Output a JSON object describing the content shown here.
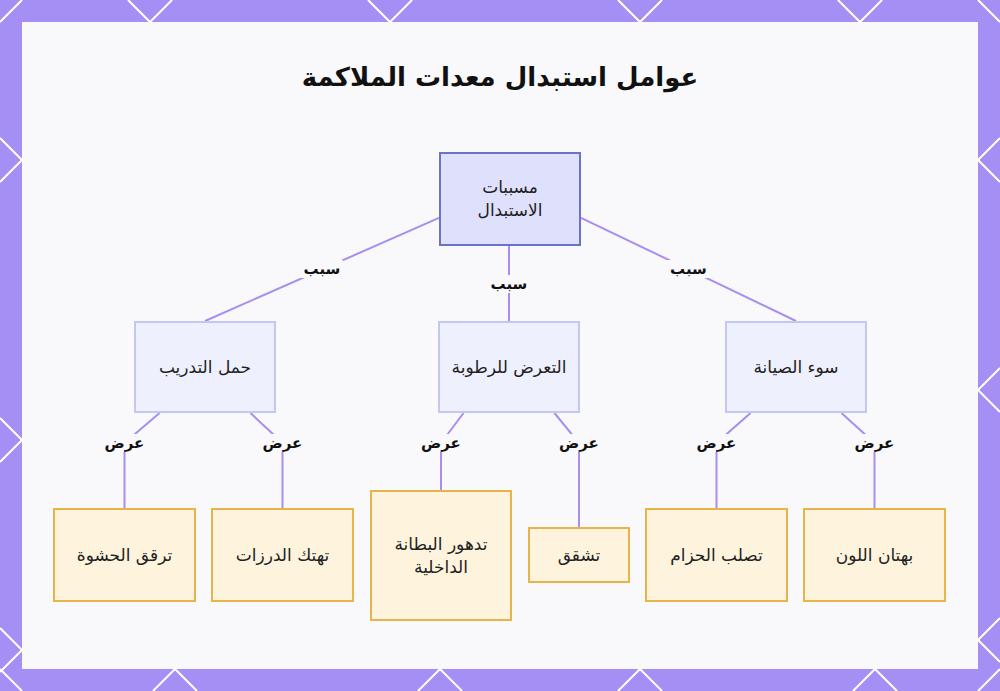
{
  "diagram": {
    "title": "عوامل استبدال معدات الملاكمة",
    "nodes": [
      {
        "text": [
          "مسببات الاستبدال"
        ]
      },
      {
        "text": [
          "سوء الصيانة"
        ]
      },
      {
        "text": [
          "التعرض للرطوبة"
        ]
      },
      {
        "text": [
          "حمل التدريب"
        ]
      },
      {
        "text": [
          "بهتان اللون"
        ]
      },
      {
        "text": [
          "تصلب الحزام"
        ]
      },
      {
        "text": [
          "تشقق"
        ]
      },
      {
        "text": [
          "تدهور البطانة الداخلية"
        ]
      },
      {
        "text": [
          "تهتك الدرزات"
        ]
      },
      {
        "text": [
          "ترقق الحشوة"
        ]
      }
    ],
    "edges": [
      {
        "from": 0,
        "to": 1,
        "arrow": "none",
        "label": "سبب"
      },
      {
        "from": 0,
        "to": 2,
        "arrow": "none",
        "label": "سبب"
      },
      {
        "from": 0,
        "to": 3,
        "arrow": "none",
        "label": "سبب"
      },
      {
        "from": 1,
        "to": 4,
        "arrow": "none",
        "label": "عرض"
      },
      {
        "from": 1,
        "to": 5,
        "arrow": "none",
        "label": "عرض"
      },
      {
        "from": 2,
        "to": 6,
        "arrow": "none",
        "label": "عرض"
      },
      {
        "from": 2,
        "to": 7,
        "arrow": "none",
        "label": "عرض"
      },
      {
        "from": 3,
        "to": 8,
        "arrow": "none",
        "label": "عرض"
      },
      {
        "from": 3,
        "to": 9,
        "arrow": "none",
        "label": "عرض"
      }
    ]
  }
}
